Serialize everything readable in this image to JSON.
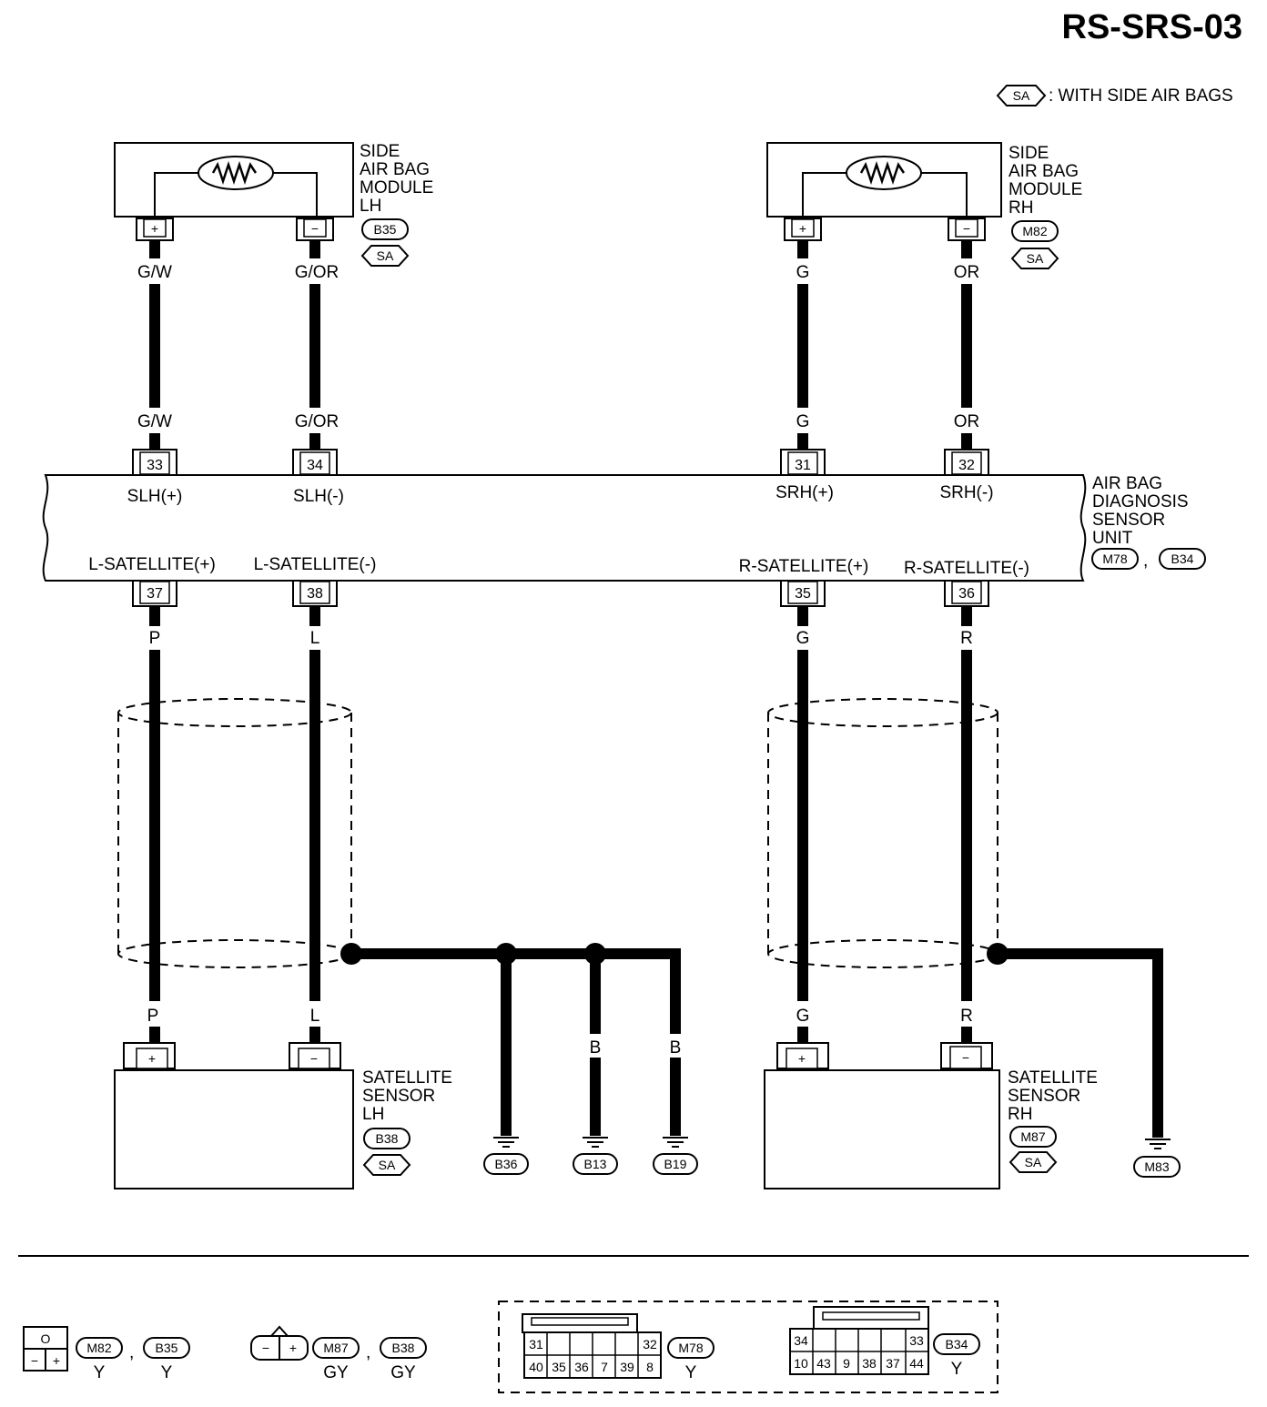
{
  "page_id": "RS-SRS-03",
  "legend": {
    "code": "SA",
    "text": ": WITH SIDE AIR BAGS"
  },
  "side_lh": {
    "name_lines": [
      "SIDE",
      "AIR BAG",
      "MODULE",
      "LH"
    ],
    "connector": "B35",
    "option": "SA",
    "plus": "+",
    "minus": "−",
    "wire_plus_top": "G/W",
    "wire_minus_top": "G/OR",
    "wire_plus_bottom": "G/W",
    "wire_minus_bottom": "G/OR"
  },
  "side_rh": {
    "name_lines": [
      "SIDE",
      "AIR BAG",
      "MODULE",
      "RH"
    ],
    "connector": "M82",
    "option": "SA",
    "plus": "+",
    "minus": "−",
    "wire_plus_top": "G",
    "wire_minus_top": "OR",
    "wire_plus_bottom": "G",
    "wire_minus_bottom": "OR"
  },
  "unit": {
    "name_lines": [
      "AIR BAG",
      "DIAGNOSIS",
      "SENSOR",
      "UNIT"
    ],
    "connectors": [
      "M78",
      "B34"
    ],
    "separator": ",",
    "top_pins": [
      {
        "num": "33",
        "signal": "SLH(+)"
      },
      {
        "num": "34",
        "signal": "SLH(-)"
      },
      {
        "num": "31",
        "signal": "SRH(+)"
      },
      {
        "num": "32",
        "signal": "SRH(-)"
      }
    ],
    "bottom_pins": [
      {
        "num": "37",
        "signal": "L-SATELLITE(+)",
        "wire": "P"
      },
      {
        "num": "38",
        "signal": "L-SATELLITE(-)",
        "wire": "L"
      },
      {
        "num": "35",
        "signal": "R-SATELLITE(+)",
        "wire": "G"
      },
      {
        "num": "36",
        "signal": "R-SATELLITE(-)",
        "wire": "R"
      }
    ]
  },
  "sat_lh": {
    "name_lines": [
      "SATELLITE",
      "SENSOR",
      "LH"
    ],
    "connector": "B38",
    "option": "SA",
    "plus": "+",
    "minus": "−",
    "wire_plus": "P",
    "wire_minus": "L"
  },
  "sat_rh": {
    "name_lines": [
      "SATELLITE",
      "SENSOR",
      "RH"
    ],
    "connector": "M87",
    "option": "SA",
    "plus": "+",
    "minus": "−",
    "wire_plus": "G",
    "wire_minus": "R"
  },
  "grounds": [
    {
      "name": "B36",
      "wire": ""
    },
    {
      "name": "B13",
      "wire": "B"
    },
    {
      "name": "B19",
      "wire": "B"
    },
    {
      "name": "M83",
      "wire": ""
    }
  ],
  "footer": {
    "conn_a": {
      "top": "O",
      "left": "−",
      "right": "+",
      "tags": [
        "M82",
        "B35"
      ],
      "colors": [
        "Y",
        "Y"
      ],
      "sep": ","
    },
    "conn_b": {
      "left": "−",
      "right": "+",
      "tags": [
        "M87",
        "B38"
      ],
      "colors": [
        "GY",
        "GY"
      ],
      "sep": ","
    },
    "m78": {
      "tag": "M78",
      "color": "Y",
      "top_row": [
        "31",
        "",
        "",
        "",
        "",
        "32"
      ],
      "bottom_row": [
        "40",
        "35",
        "36",
        "7",
        "39",
        "8"
      ]
    },
    "b34": {
      "tag": "B34",
      "color": "Y",
      "top_row": [
        "34",
        "",
        "",
        "",
        "",
        "33"
      ],
      "bottom_row": [
        "10",
        "43",
        "9",
        "38",
        "37",
        "44"
      ]
    }
  }
}
